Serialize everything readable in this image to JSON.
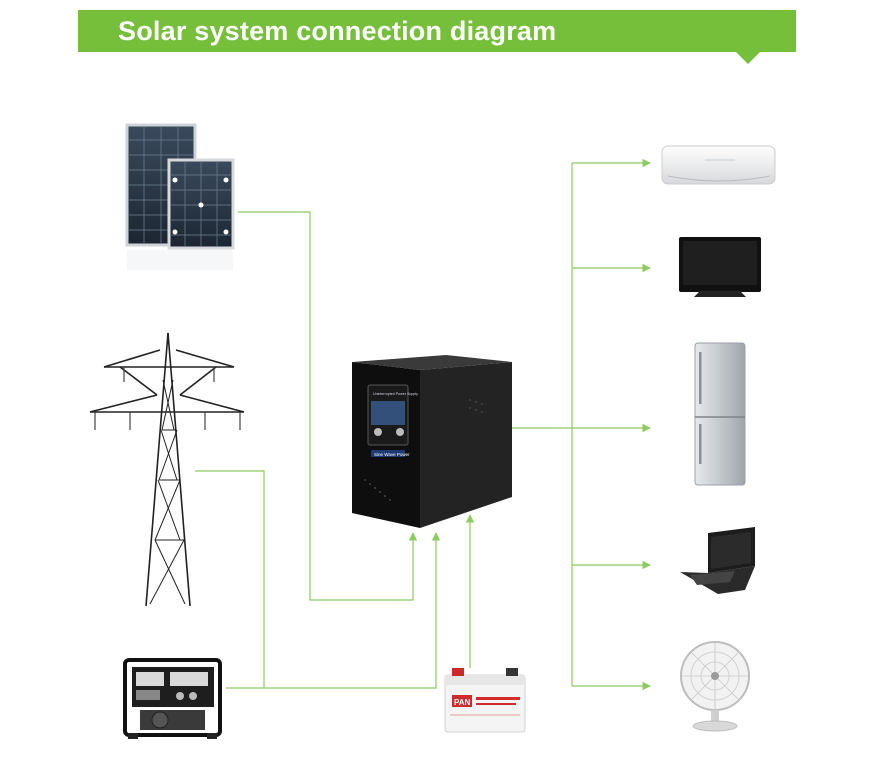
{
  "header": {
    "title": "Solar system connection diagram"
  },
  "colors": {
    "accent": "#76bf3a",
    "connector": "#8ccb62"
  },
  "inputs": [
    {
      "name": "solar-panels",
      "icon": "solar-panel-icon"
    },
    {
      "name": "power-grid",
      "icon": "transmission-tower-icon"
    },
    {
      "name": "generator",
      "icon": "generator-icon"
    },
    {
      "name": "battery",
      "icon": "battery-icon",
      "brand": "PAN"
    }
  ],
  "center": {
    "name": "inverter",
    "icon": "inverter-icon",
    "label_small": "Uninterrupted Power Supply",
    "label_wave": "Sine Wave Power"
  },
  "outputs": [
    {
      "name": "air-conditioner",
      "icon": "air-conditioner-icon"
    },
    {
      "name": "television",
      "icon": "television-icon"
    },
    {
      "name": "refrigerator",
      "icon": "refrigerator-icon"
    },
    {
      "name": "laptop",
      "icon": "laptop-icon"
    },
    {
      "name": "fan",
      "icon": "fan-icon"
    }
  ]
}
